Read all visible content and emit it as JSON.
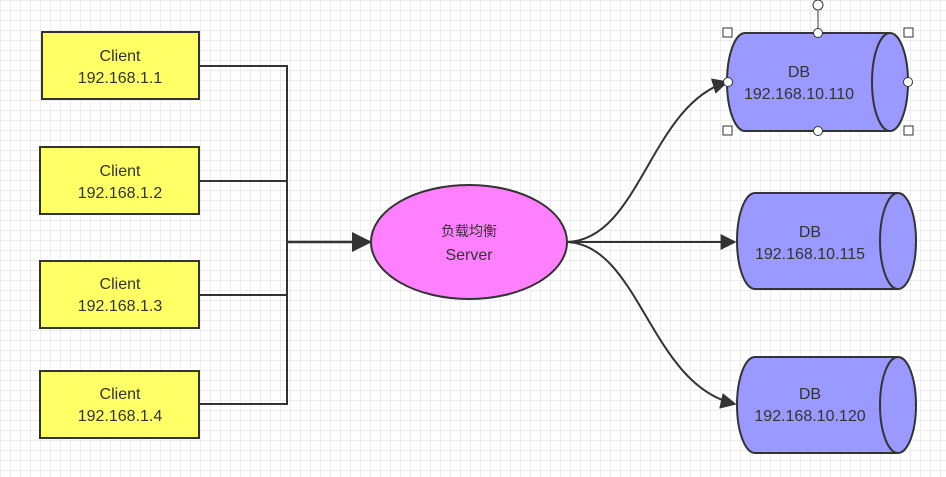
{
  "clients": [
    {
      "line1": "Client",
      "line2": "192.168.1.1"
    },
    {
      "line1": "Client",
      "line2": "192.168.1.2"
    },
    {
      "line1": "Client",
      "line2": "192.168.1.3"
    },
    {
      "line1": "Client",
      "line2": "192.168.1.4"
    }
  ],
  "server": {
    "line1": "负载均衡",
    "line2": "Server"
  },
  "databases": [
    {
      "line1": "DB",
      "line2": "192.168.10.110"
    },
    {
      "line1": "DB",
      "line2": "192.168.10.115"
    },
    {
      "line1": "DB",
      "line2": "192.168.10.120"
    }
  ],
  "colors": {
    "client_fill": "#ffff66",
    "server_fill": "#ff80ff",
    "db_fill": "#9999ff",
    "stroke": "#333333"
  }
}
